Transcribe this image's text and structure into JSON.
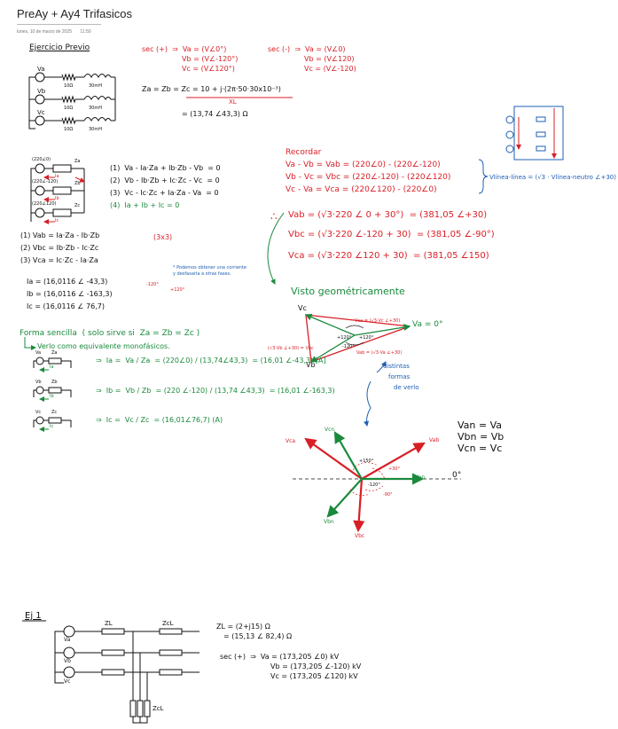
{
  "page": {
    "title": "PreAy + Ay4 Trifasicos",
    "date": "lunes, 10 de marzo de 2025",
    "time": "11:50"
  },
  "colors": {
    "black": "#111111",
    "red": "#d81f26",
    "green": "#1a8a3c",
    "blue": "#1f5fb3"
  },
  "heading": "Ejercicio Previo",
  "seq_pos": [
    "sec (+)  ⇒  Va = (V∠0°)",
    "Vb = (V∠-120°)",
    "Vc = (V∠120°)"
  ],
  "seq_neg": [
    "sec (-)  ⇒  Va = (V∠0)",
    "Vb = (V∠120)",
    "Vc = (V∠-120)"
  ],
  "circuit1": {
    "sources": [
      "Va",
      "Vb",
      "Vc"
    ],
    "resistors": [
      "10Ω",
      "10Ω",
      "10Ω"
    ],
    "inductors": [
      "30mH",
      "30mH",
      "30mH"
    ]
  },
  "impedance": {
    "line1": "Za = Zb = Zc = 10 + j·(2π·50·30x10⁻³)",
    "xl": "XL",
    "line2": "= (13,74 ∠43,3) Ω"
  },
  "circuit2": {
    "labels": [
      "(220∠0)",
      "(220∠-120)",
      "(220∠120)"
    ],
    "currents": [
      "Ia",
      "Ib",
      "Ic"
    ],
    "impedances": [
      "Za",
      "Zb",
      "Zc"
    ]
  },
  "equations": [
    "(1)  Va - Ia·Za + Ib·Zb - Vb  = 0",
    "(2)  Vb - Ib·Zb + Ic·Zc - Vc  = 0",
    "(3)  Vc - Ic·Zc + Ia·Za - Va  = 0",
    "(4)  Ia + Ib + Ic = 0"
  ],
  "line_eqs": [
    "(1) Vab = Ia·Za - Ib·Zb",
    "(2) Vbc = Ib·Zb - Ic·Zc",
    "(3) Vca = Ic·Zc - Ia·Za"
  ],
  "matrix": "(3x3)",
  "currents": [
    "Ia = (16,0116 ∠ -43,3)",
    "Ib = (16,0116 ∠ -163,3)",
    "Ic = (16,0116 ∠ 76,7)"
  ],
  "note": [
    "* Podemos obtener una corriente",
    "y desfasarla a otras fases."
  ],
  "angles_small": [
    "-120°",
    "+120°"
  ],
  "recordar": {
    "title": "Recordar",
    "lines": [
      "Va - Vb = Vab = (220∠0) - (220∠-120)",
      "Vb - Vc = Vbc = (220∠-120) - (220∠120)",
      "Vc - Va = Vca = (220∠120) - (220∠0)"
    ],
    "vline": "Vlínea-línea = (√3 · Vlínea-neutro ∠+30)"
  },
  "results": {
    "therefore": "∴",
    "vab": "Vab = (√3·220 ∠ 0 + 30°)  = (381,05 ∠+30)",
    "vbc": "Vbc = (√3·220 ∠-120 + 30)  = (381,05 ∠-90°)",
    "vca": "Vca = (√3·220 ∠120 + 30)  = (381,05 ∠150)"
  },
  "visto": "Visto geométricamente",
  "triangle": {
    "vc": "Vc",
    "vb": "Vb",
    "va": "Va = 0°",
    "vca": "Vca = (√3·Vc ∠+30)",
    "vbc": "(√3·Vb ∠+30) = Vbc",
    "vab": "Vab = (√3·Va ∠+30)",
    "a1": "+120°",
    "a2": "+120°",
    "a3": "-120°"
  },
  "distintas": [
    "distintas",
    "formas",
    "de verlo"
  ],
  "phasor": {
    "vca": "Vca",
    "vcn": "Vcn",
    "vab": "Vab",
    "van": "Van",
    "vbn": "Vbn",
    "vbc": "Vbc",
    "zero": "0°",
    "a1": "+150°",
    "a2": "+30°",
    "a3": "-120°",
    "a4": "-90°"
  },
  "equalities": [
    "Van = Va",
    "Vbn = Vb",
    "Vcn = Vc"
  ],
  "forma": {
    "title": "Forma sencilla  ( solo sirve si  Za = Zb = Zc )",
    "sub": "Verlo como equivalente monofásicos.",
    "ia": "⇒  Ia =  Va / Za  = (220∠0) / (13,74∠43,3)  = (16,01 ∠-43,3) [A]",
    "ib": "⇒  Ib =  Vb / Zb  = (220 ∠-120) / (13,74 ∠43,3)  = (16,01 ∠-163,3)",
    "ic": "⇒  Ic =  Vc / Zc  = (16,01∠76,7) (A)",
    "labels_a": [
      "Va",
      "Za",
      "Ia"
    ],
    "labels_b": [
      "Vb",
      "Zb",
      "Ib"
    ],
    "labels_c": [
      "Vc",
      "Zc",
      "Ic"
    ]
  },
  "ej1": {
    "title": "Ej 1",
    "zl": [
      "ZL = (2+j15) Ω",
      "= (15,13 ∠ 82,4) Ω"
    ],
    "seq": [
      "sec (+)  ⇒  Va = (173,205 ∠0) kV",
      "Vb = (173,205 ∠-120) kV",
      "Vc = (173,205 ∠120) kV"
    ],
    "labels": [
      "ZL",
      "ZcL",
      "ZcL",
      "Va",
      "Vb",
      "Vc"
    ]
  }
}
